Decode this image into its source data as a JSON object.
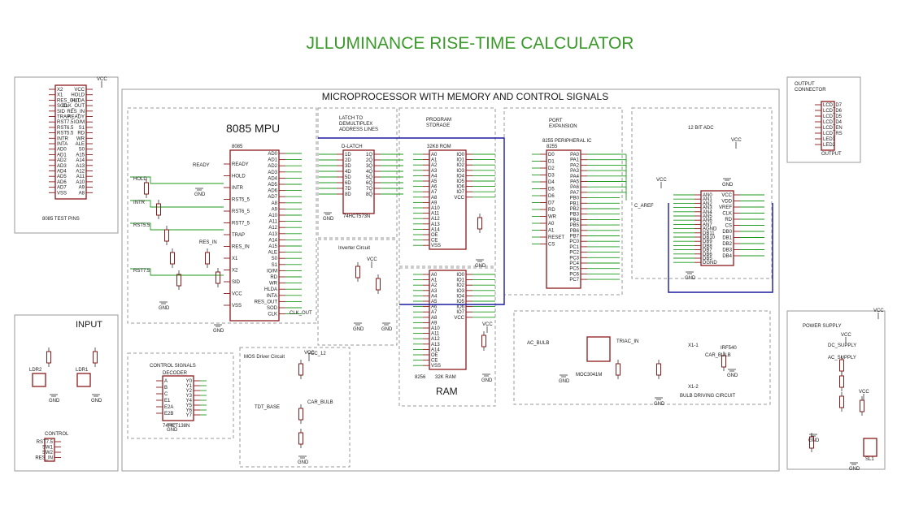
{
  "title": "JLLUMINANCE RISE-TIME CALCULATOR",
  "main_label": "MICROPROCESSOR WITH MEMORY AND CONTROL SIGNALS",
  "sections": {
    "mpu": "8085 MPU",
    "mpu_chip": "8085",
    "latch": "LATCH TO\nDEMULTIPLEX\nADDRESS LINES",
    "latch_chip": "74HCT573N",
    "latch_ref": "D-LATCH",
    "program": "PROGRAM\nSTORAGE",
    "rom_chip": "32K8 ROM",
    "port": "PORT\nEXPANSION",
    "port_chip": "8255 PERIPHERAL IC",
    "port_ref": "8255",
    "adc": "12 BIT ADC",
    "inverter": "Inverter Circuit",
    "ram": "RAM",
    "ram_chip": "8256",
    "ram_part": "32K RAM",
    "control": "CONTROL SIGNALS",
    "decoder": "DECODER",
    "decoder_chip": "74HCT138N",
    "mos": "MOS Driver Circuit",
    "bulb": "BULB DRIVING CIRCUIT",
    "test": "8085 TEST PINS",
    "input": "INPUT",
    "control_conn": "CONTROL",
    "output": "OUTPUT\nCONNECTOR",
    "output_chip": "OUTPUT",
    "power": "POWER SUPPLY"
  },
  "labels": {
    "vcc": "VCC",
    "gnd": "GND",
    "ready": "READY",
    "hold": "HOLD",
    "intr": "INTR",
    "rst55": "RST5.5",
    "rst75": "RST7.5",
    "res_in": "RES_IN",
    "clk_out": "CLK_OUT",
    "c_aref": "C_AREF",
    "ac_bulb": "AC_BULB",
    "car_bulb": "CAR_BULB",
    "triac_in": "TRIAC_IN",
    "moc": "MOC3041M",
    "irf": "IRF540",
    "tdt": "TDT_BASE",
    "vcc12": "VCC_12",
    "dc_supply": "DC_SUPPLY",
    "ac_supply": "AC_SUPPLY",
    "ldr1": "LDR1",
    "ldr2": "LDR2",
    "sl1": "SL1",
    "x1": "X1-1",
    "x2": "X1-2"
  },
  "pins": {
    "mpu_left": [
      "READY",
      "HOLD",
      "INTR",
      "RST5_5",
      "RST6_5",
      "RST7_5",
      "TRAP",
      "RES_IN",
      "X1",
      "X2",
      "SID",
      "VCC",
      "VSS"
    ],
    "mpu_right": [
      "AD0",
      "AD1",
      "AD2",
      "AD3",
      "AD4",
      "AD5",
      "AD6",
      "AD7",
      "A8",
      "A9",
      "A10",
      "A11",
      "A12",
      "A13",
      "A14",
      "A15",
      "ALE",
      "S0",
      "S1",
      "IO/M",
      "RD",
      "WR",
      "HLDA",
      "INTA",
      "RES_OUT",
      "SOD",
      "CLK"
    ],
    "rom_left": [
      "A0",
      "A1",
      "A2",
      "A3",
      "A4",
      "A5",
      "A6",
      "A7",
      "A8",
      "A9",
      "A10",
      "A11",
      "A12",
      "A13",
      "A14",
      "OE",
      "CE",
      "VSS"
    ],
    "rom_right": [
      "IO0",
      "IO1",
      "IO2",
      "IO3",
      "IO4",
      "IO5",
      "IO6",
      "IO7",
      "VCC"
    ],
    "port_left": [
      "D0",
      "D1",
      "D2",
      "D3",
      "D4",
      "D5",
      "D6",
      "D7",
      "RD",
      "WR",
      "A0",
      "A1",
      "RESET",
      "CS"
    ],
    "port_right": [
      "PA0",
      "PA1",
      "PA2",
      "PA3",
      "PA4",
      "PA5",
      "PA6",
      "PA7",
      "PB0",
      "PB1",
      "PB2",
      "PB3",
      "PB4",
      "PB5",
      "PB6",
      "PB7",
      "PC0",
      "PC1",
      "PC2",
      "PC3",
      "PC4",
      "PC5",
      "PC6",
      "PC7"
    ],
    "adc_left": [
      "AN0",
      "AN1",
      "AN2",
      "AN3",
      "AN4",
      "AN5",
      "AN6",
      "AN7",
      "AGND",
      "DB11",
      "DB10",
      "DB9",
      "DB8",
      "DB7",
      "DB6",
      "DB5",
      "DGND"
    ],
    "adc_right": [
      "VCC",
      "VDD",
      "VREF",
      "CLK",
      "RD",
      "CS",
      "DB0",
      "DB1",
      "DB2",
      "DB3",
      "DB4"
    ],
    "test_left": [
      "X2",
      "X1",
      "RES_OUT",
      "SOD",
      "SID",
      "TRAP",
      "RST7.5",
      "RST6.5",
      "RST5.5",
      "INTR",
      "INTA",
      "AD0",
      "AD1",
      "AD2",
      "AD3",
      "AD4",
      "AD5",
      "AD6",
      "AD7",
      "VSS"
    ],
    "test_right": [
      "VCC",
      "HOLD",
      "HLDA",
      "CLK_OUT",
      "RES_IN",
      "READY",
      "IO/M",
      "S1",
      "RD",
      "WR",
      "ALE",
      "S0",
      "A15",
      "A14",
      "A13",
      "A12",
      "A11",
      "A10",
      "A9",
      "A8"
    ],
    "output": [
      "LCD_D7",
      "LCD_D6",
      "LCD_D5",
      "LCD_D4",
      "LCD_EN",
      "LCD_RS",
      "LED1",
      "LED2"
    ],
    "decoder": [
      "A",
      "B",
      "C",
      "E1",
      "E2A",
      "E2B",
      "Y0",
      "Y1",
      "Y2",
      "Y3",
      "Y4",
      "Y5",
      "Y6",
      "Y7"
    ],
    "control_conn": [
      "RST7.5",
      "SW1",
      "SW2",
      "RES_IN"
    ]
  },
  "colors": {
    "title": "#3a9a2a",
    "chip": "#8b1a1a",
    "net": "#1e9a1e",
    "bus": "#1a1aa0",
    "frame": "#9a9a9a"
  }
}
